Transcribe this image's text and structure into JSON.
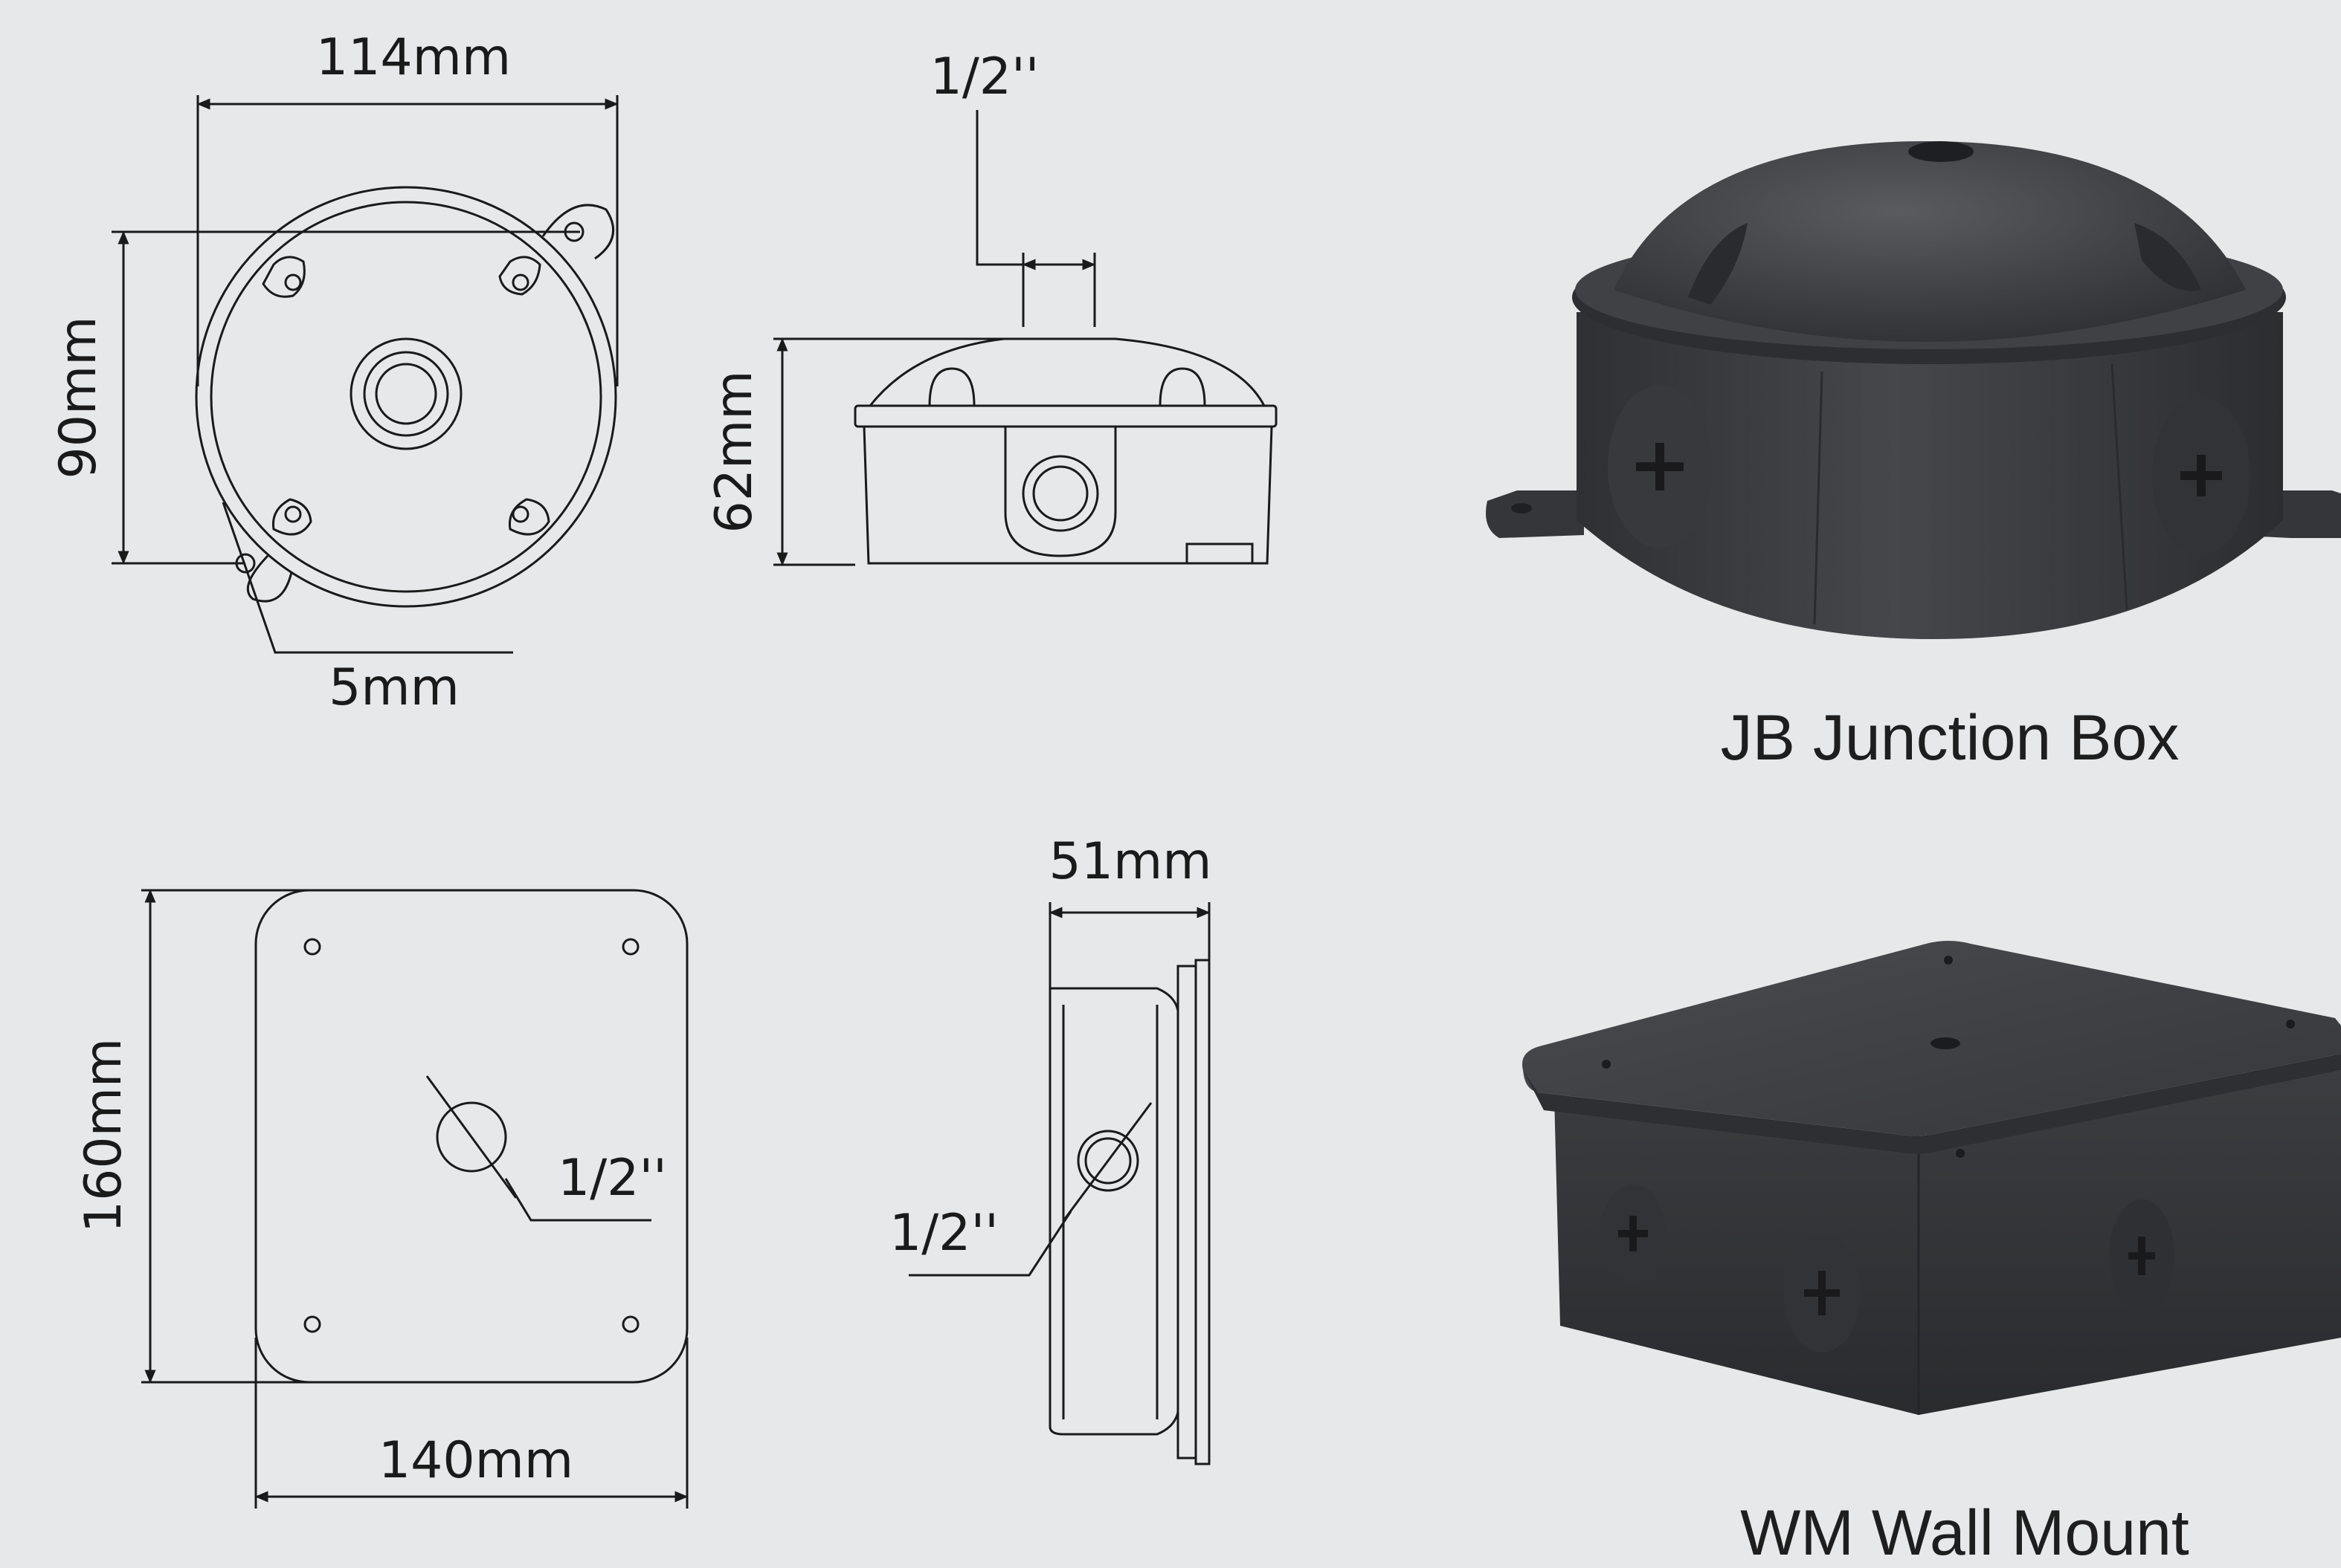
{
  "round_box_top_view": {
    "width_label": "114mm",
    "height_label": "90mm",
    "hole_label": "5mm"
  },
  "round_box_side_view": {
    "conduit_label": "1/2''",
    "height_label": "62mm"
  },
  "square_box_top_view": {
    "height_label": "160mm",
    "width_label": "140mm",
    "conduit_label": "1/2''"
  },
  "square_box_side_view": {
    "depth_label": "51mm",
    "conduit_label": "1/2''"
  },
  "products": [
    {
      "name": "JB Junction Box"
    },
    {
      "name": "WM Wall Mount"
    }
  ],
  "colors": {
    "background": "#e7e8e9",
    "line": "#1a1a1a",
    "product_body": "#3a3b3e"
  }
}
